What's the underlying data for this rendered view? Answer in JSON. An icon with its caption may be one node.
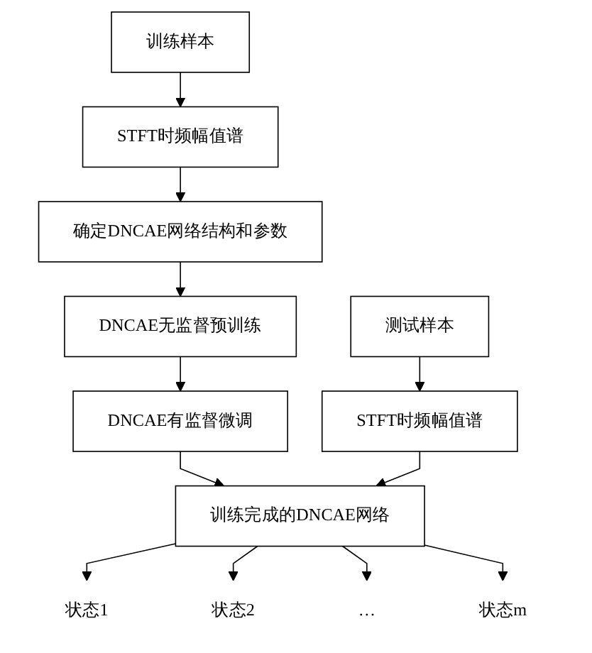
{
  "diagram": {
    "nodes": [
      {
        "text": [
          "训练样本"
        ]
      },
      {
        "text": [
          "STFT时频幅值谱"
        ]
      },
      {
        "text": [
          "确定DNCAE网络结构和参数"
        ]
      },
      {
        "text": [
          "DNCAE无监督预训练"
        ]
      },
      {
        "text": [
          "DNCAE有监督微调"
        ]
      },
      {
        "text": [
          "测试样本"
        ]
      },
      {
        "text": [
          "STFT时频幅值谱"
        ]
      },
      {
        "text": [
          "训练完成的DNCAE网络"
        ]
      },
      {
        "text": [
          "状态1"
        ]
      },
      {
        "text": [
          "状态2"
        ]
      },
      {
        "text": [
          "…"
        ]
      },
      {
        "text": [
          "状态m"
        ]
      }
    ],
    "edges": [
      {
        "from": 0,
        "to": 1,
        "arrow": "to"
      },
      {
        "from": 1,
        "to": 2,
        "arrow": "to"
      },
      {
        "from": 2,
        "to": 3,
        "arrow": "to"
      },
      {
        "from": 3,
        "to": 4,
        "arrow": "to"
      },
      {
        "from": 4,
        "to": 7,
        "arrow": "to"
      },
      {
        "from": 5,
        "to": 6,
        "arrow": "to"
      },
      {
        "from": 6,
        "to": 7,
        "arrow": "to"
      },
      {
        "from": 7,
        "to": 8,
        "arrow": "to"
      },
      {
        "from": 7,
        "to": 9,
        "arrow": "to"
      },
      {
        "from": 7,
        "to": 10,
        "arrow": "to"
      },
      {
        "from": 7,
        "to": 11,
        "arrow": "to"
      }
    ]
  }
}
